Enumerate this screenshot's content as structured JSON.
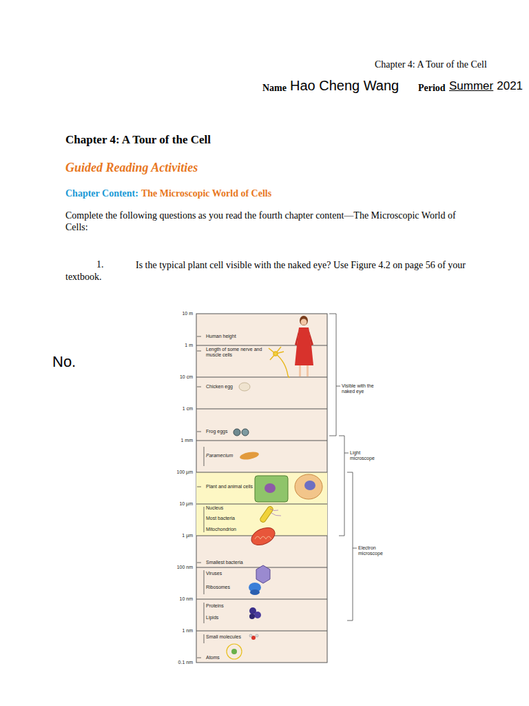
{
  "diagram": {
    "title": "Chapter 4: A Tour of the Cell",
    "labels": [
      "Chapter 4: A Tour of the Cell",
      "Name",
      "Hao Cheng Wang",
      "Period",
      "Summer",
      "2021",
      "Guided Reading Activities",
      "Chapter Content:",
      "The Microscopic World of Cells",
      "Complete the following questions as you read the fourth chapter content—The Microscopic World of Cells:",
      "1.",
      "Is the typical plant cell visible with the naked eye? Use Figure 4.2 on page 56 of your textbook.",
      "No.",
      "10 m",
      "1 m",
      "10 cm",
      "1 cm",
      "1 mm",
      "100 µm",
      "10 µm",
      "1 µm",
      "100 nm",
      "10 nm",
      "1 nm",
      "0.1 nm",
      "Human height",
      "Length of some nerve and muscle cells",
      "Chicken egg",
      "Frog eggs",
      "Paramecium",
      "Plant and animal cells",
      "Nucleus",
      "Most bacteria",
      "Mitochondrion",
      "Smallest bacteria",
      "Viruses",
      "Ribosomes",
      "Proteins",
      "Lipids",
      "Small molecules",
      "Atoms",
      "Visible with the naked eye",
      "Light microscope",
      "Electron microscope"
    ]
  }
}
